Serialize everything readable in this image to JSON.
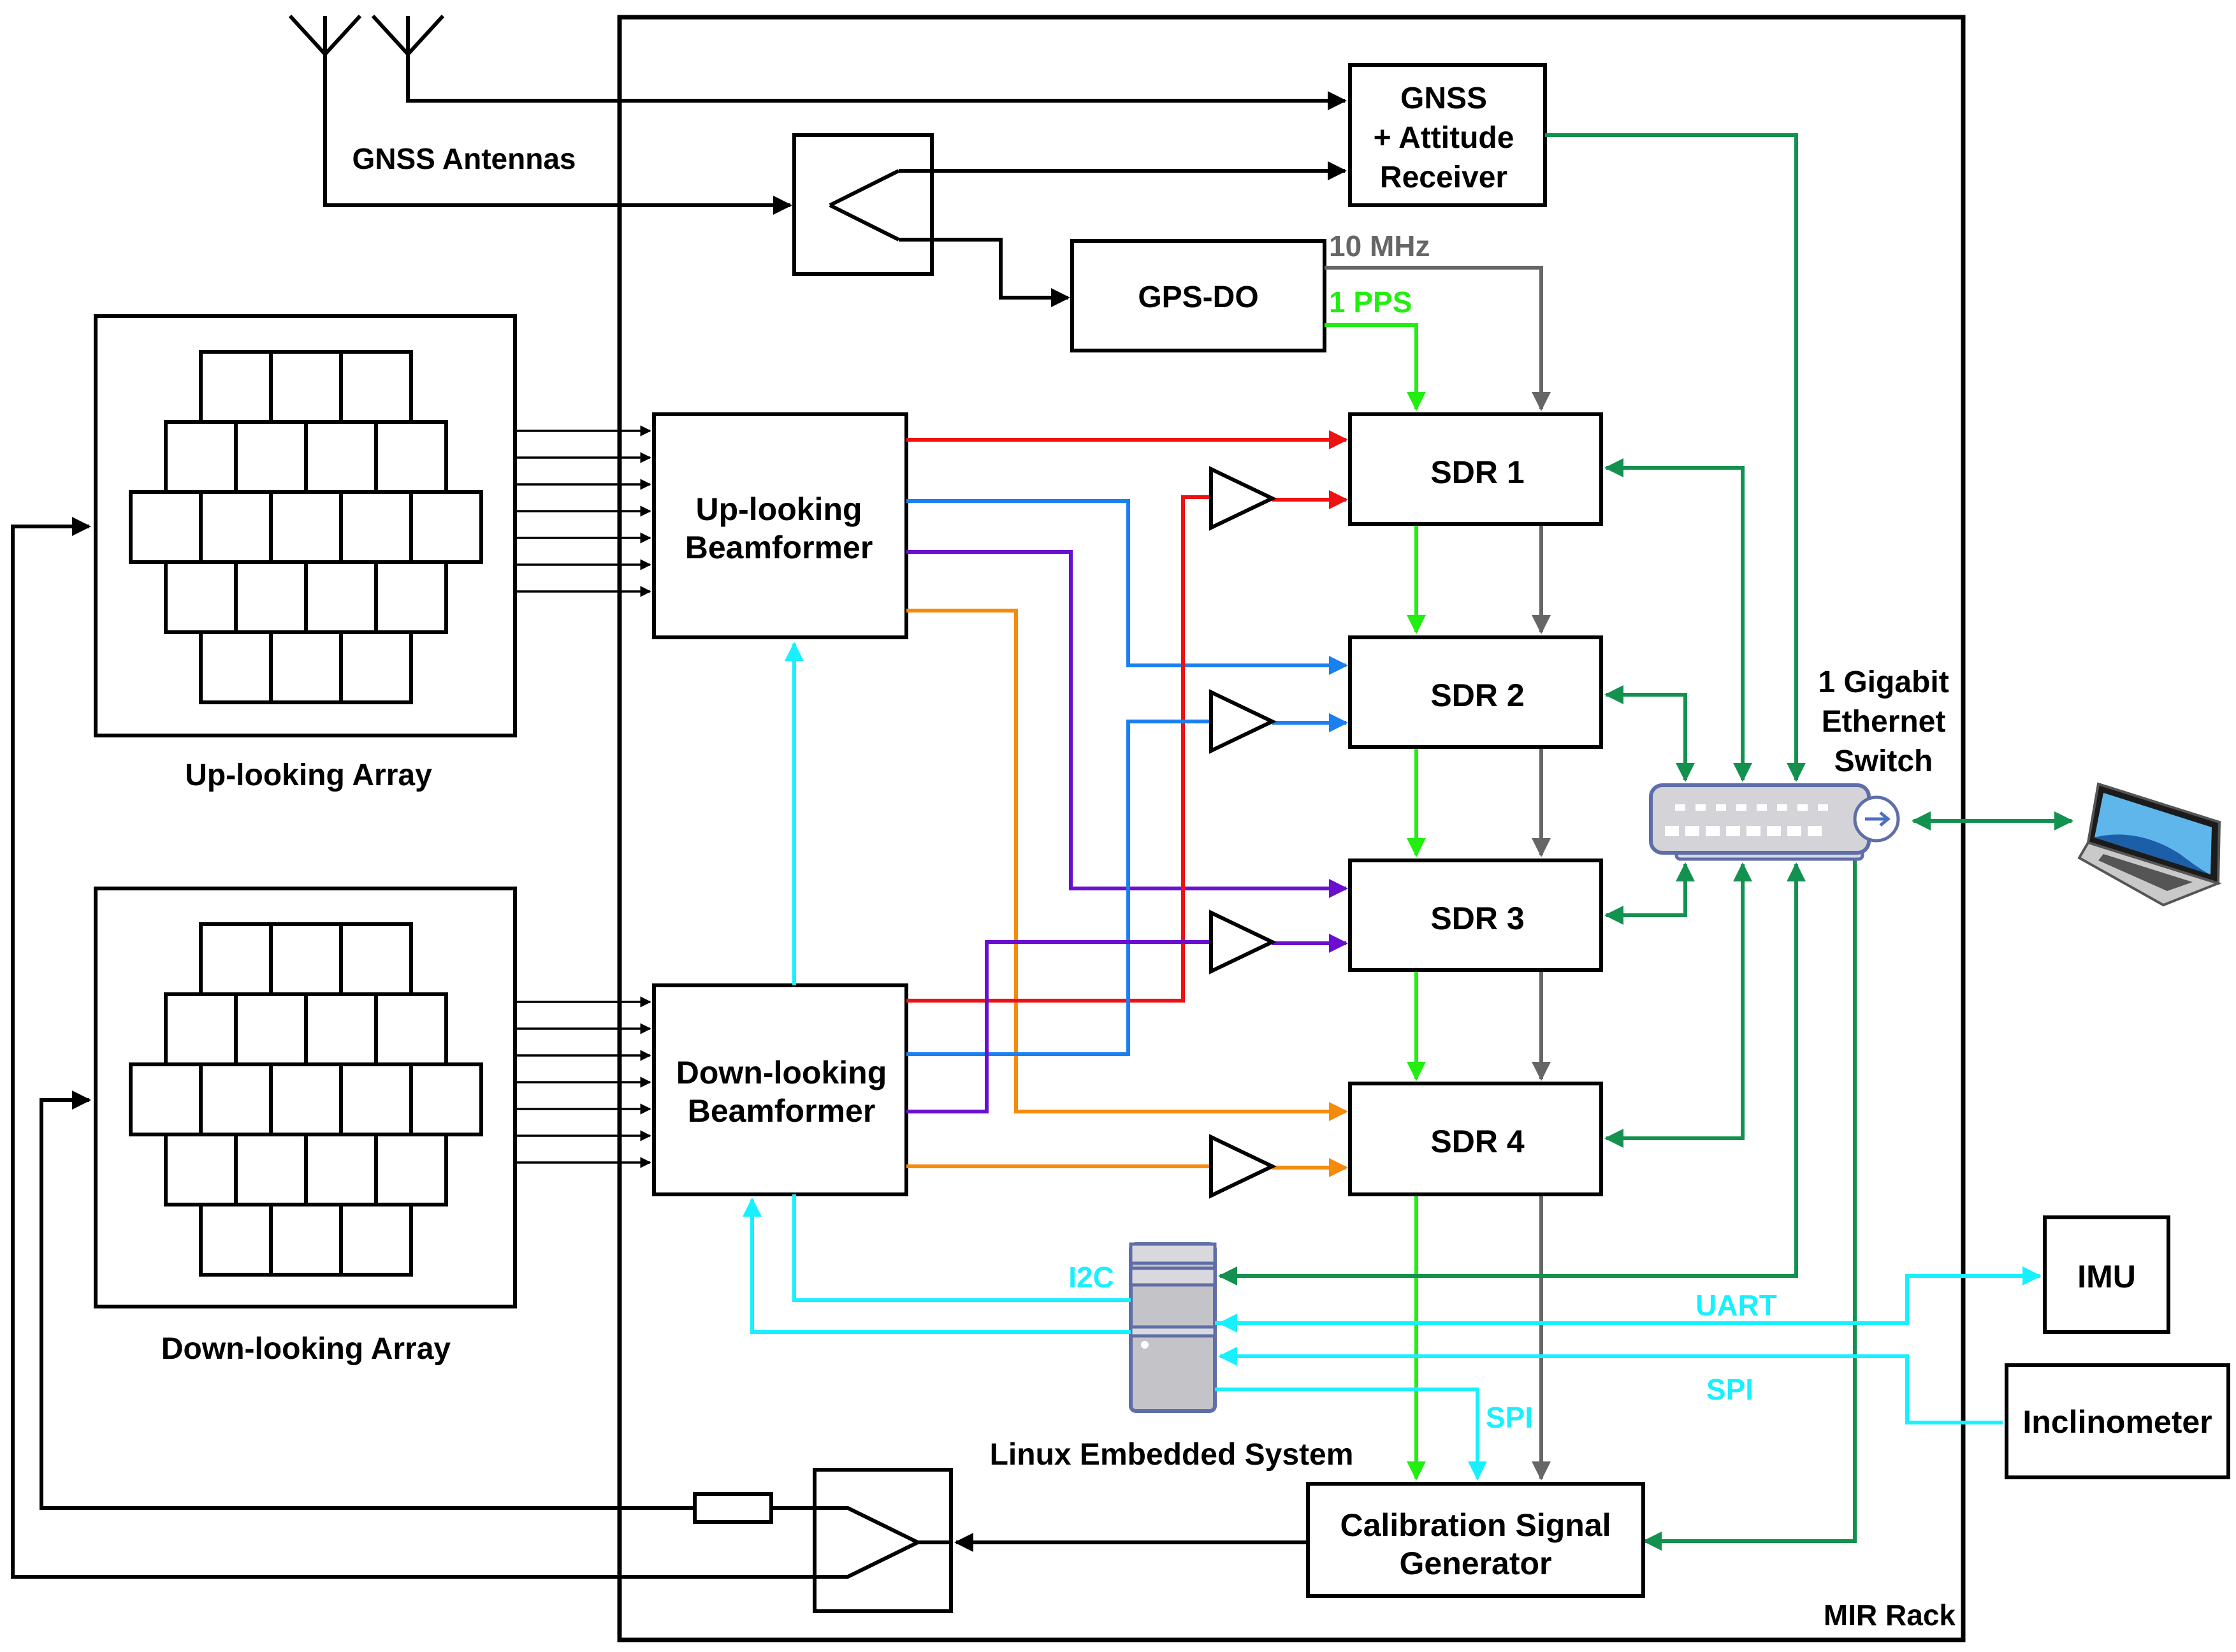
{
  "labels": {
    "gnss_antennas": "GNSS Antennas",
    "gnss_receiver": [
      "GNSS",
      "+ Attitude",
      "Receiver"
    ],
    "gpsdo": "GPS-DO",
    "ten_mhz": "10 MHz",
    "one_pps": "1 PPS",
    "up_beamformer": [
      "Up-looking",
      "Beamformer"
    ],
    "down_beamformer": [
      "Down-looking",
      "Beamformer"
    ],
    "up_array": "Up-looking Array",
    "down_array": "Down-looking Array",
    "sdr1": "SDR 1",
    "sdr2": "SDR 2",
    "sdr3": "SDR 3",
    "sdr4": "SDR 4",
    "ethernet_switch": [
      "1 Gigabit",
      "Ethernet",
      "Switch"
    ],
    "imu": "IMU",
    "inclinometer": "Inclinometer",
    "i2c": "I2C",
    "uart": "UART",
    "spi_inclinometer": "SPI",
    "spi_cal": "SPI",
    "linux_system": "Linux Embedded System",
    "cal_generator": [
      "Calibration Signal",
      "Generator"
    ],
    "mir_rack": "MIR Rack"
  },
  "colors": {
    "black": "#000000",
    "red": "#ee1111",
    "blue": "#1a7ff0",
    "purple": "#6a0fcf",
    "orange": "#f58a0b",
    "green_pps": "#22ee11",
    "gray_clock": "#666666",
    "ethernet_green": "#12924e",
    "cyan": "#18f0ff"
  }
}
